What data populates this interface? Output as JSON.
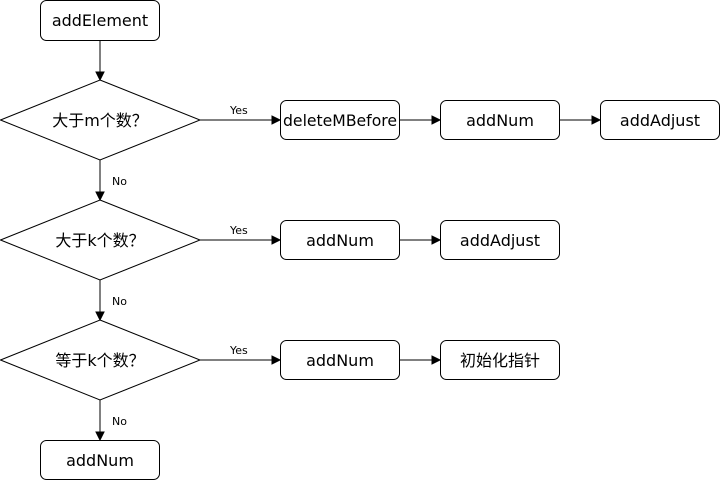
{
  "flowchart": {
    "start": "addElement",
    "decision_m": "大于m个数？",
    "decision_k_gt": "大于k个数？",
    "decision_k_eq": "等于k个数？",
    "row1": [
      "deleteMBefore",
      "addNum",
      "addAdjust"
    ],
    "row2": [
      "addNum",
      "addAdjust"
    ],
    "row3": [
      "addNum",
      "初始化指针"
    ],
    "end": "addNum",
    "yes_label": "Yes",
    "no_label": "No"
  }
}
